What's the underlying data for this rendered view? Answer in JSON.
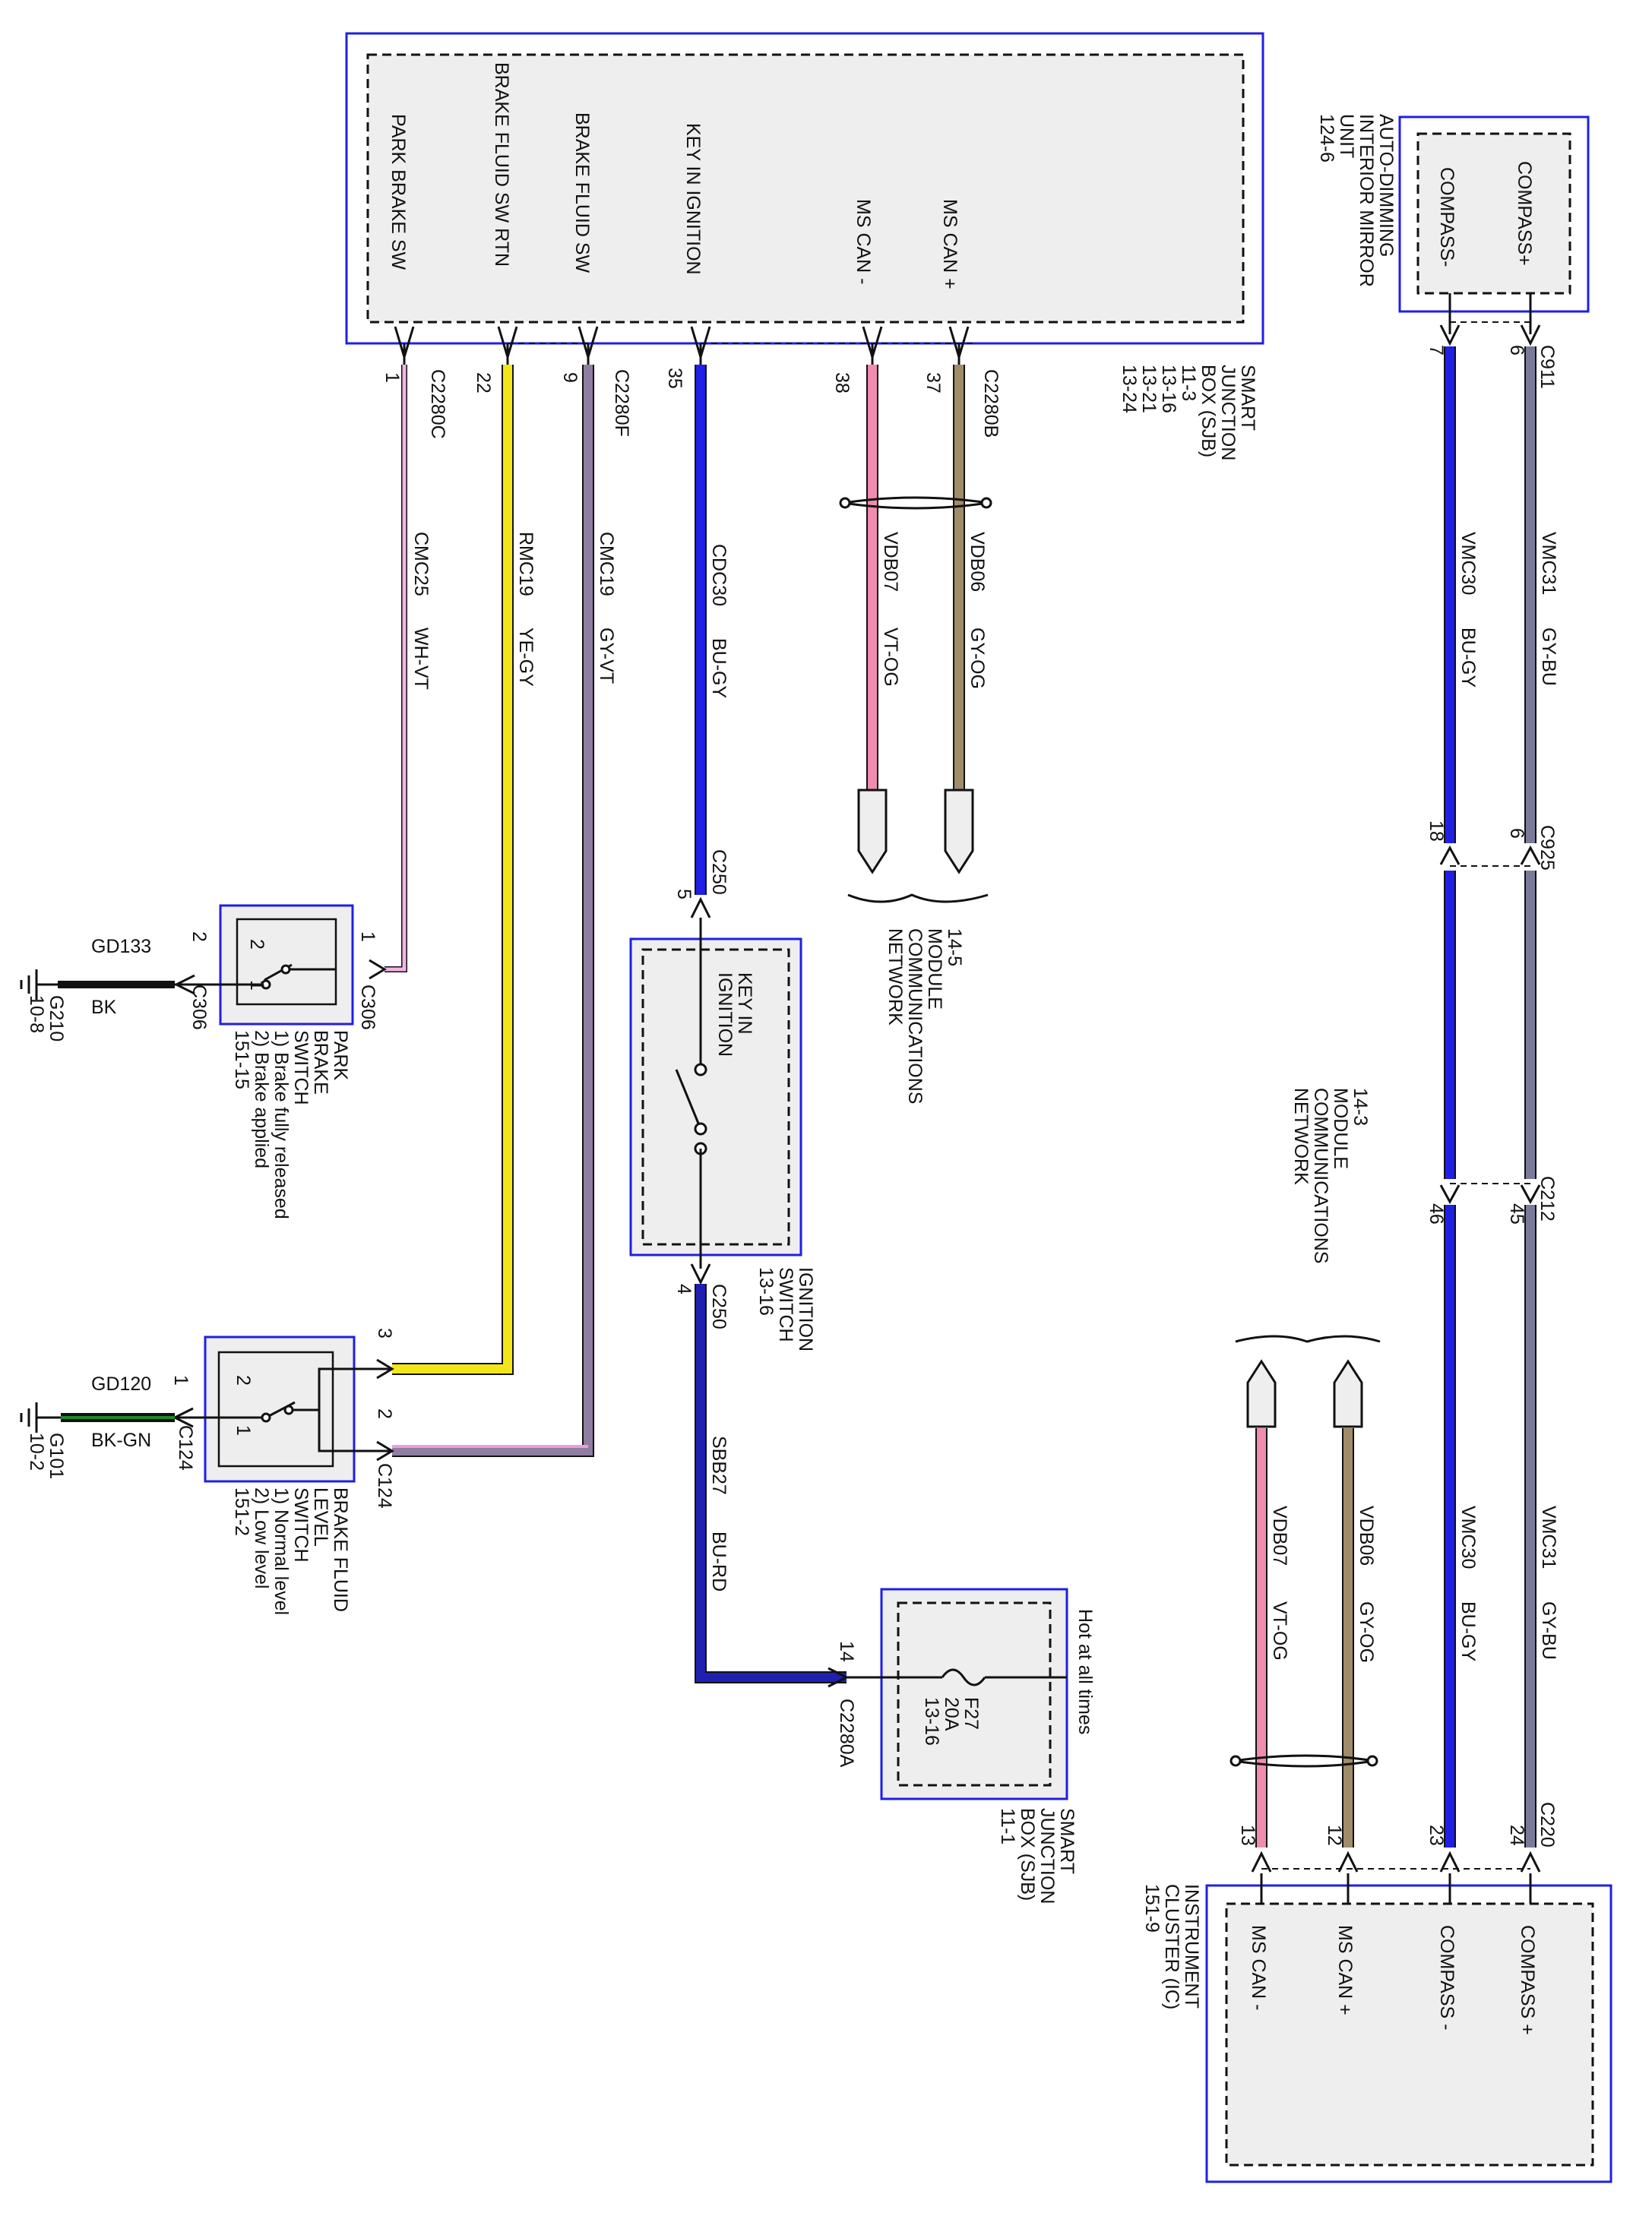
{
  "sjb_top": {
    "pins": {
      "p1": "PARK BRAKE SW",
      "p22": "BRAKE FLUID SW RTN",
      "p9": "BRAKE FLUID SW",
      "p35": "KEY IN IGNITION",
      "p38": "MS CAN -",
      "p37": "MS CAN +"
    },
    "title": [
      "SMART",
      "JUNCTION",
      "BOX (SJB)",
      "11-3",
      "13-16",
      "13-21",
      "13-24"
    ]
  },
  "connectors": {
    "c2280c": "C2280C",
    "c2280f": "C2280F",
    "c2280b": "C2280B",
    "c2280a": "C2280A",
    "c250": "C250",
    "c306": "C306",
    "c124": "C124",
    "c911": "C911",
    "c925": "C925",
    "c212": "C212",
    "c220": "C220"
  },
  "pin_numbers": {
    "n1": "1",
    "n22": "22",
    "n9": "9",
    "n35": "35",
    "n38": "38",
    "n37": "37",
    "n5": "5",
    "n4": "4",
    "n14": "14",
    "n2": "2",
    "n3": "3",
    "n7": "7",
    "n6": "6",
    "n18": "18",
    "n46": "46",
    "n45": "45",
    "n23": "23",
    "n24": "24",
    "n13": "13",
    "n12": "12"
  },
  "wires": {
    "cmc25": "CMC25",
    "wh_vt": "WH-VT",
    "rmc19": "RMC19",
    "ye_gy": "YE-GY",
    "cmc19": "CMC19",
    "gy_vt": "GY-VT",
    "cdc30": "CDC30",
    "bu_gy": "BU-GY",
    "vdb07": "VDB07",
    "vt_og": "VT-OG",
    "vdb06": "VDB06",
    "gy_og": "GY-OG",
    "vmc30": "VMC30",
    "vmc31": "VMC31",
    "gy_bu": "GY-BU",
    "sbb27": "SBB27",
    "bu_rd": "BU-RD",
    "gd133": "GD133",
    "bk": "BK",
    "gd120": "GD120",
    "bk_gn": "BK-GN"
  },
  "mirror": {
    "pin_plus": "COMPASS+",
    "pin_minus": "COMPASS-",
    "title": [
      "AUTO-DIMMING",
      "INTERIOR MIRROR",
      "UNIT",
      "124-6"
    ]
  },
  "network_14_5": [
    "14-5",
    "MODULE",
    "COMMUNICATIONS",
    "NETWORK"
  ],
  "network_14_3": [
    "14-3",
    "MODULE",
    "COMMUNICATIONS",
    "NETWORK"
  ],
  "key_in_ignition": {
    "inner": [
      "KEY IN",
      "IGNITION"
    ],
    "title": [
      "IGNITION",
      "SWITCH",
      "13-16"
    ]
  },
  "park_brake_switch": [
    "PARK",
    "BRAKE",
    "SWITCH",
    "1) Brake fully released",
    "2) Brake applied",
    "151-15"
  ],
  "brake_fluid_switch": [
    "BRAKE FLUID",
    "LEVEL",
    "SWITCH",
    "1) Normal level",
    "2) Low level",
    "151-2"
  ],
  "grounds": {
    "g210": [
      "G210",
      "10-8"
    ],
    "g101": [
      "G101",
      "10-2"
    ]
  },
  "sjb_fuse": {
    "hot": "Hot at all times",
    "fuse": [
      "F27",
      "20A",
      "13-16"
    ],
    "title": [
      "SMART",
      "JUNCTION",
      "BOX (SJB)",
      "11-1"
    ]
  },
  "cluster": {
    "pins": {
      "p13": "MS CAN -",
      "p12": "MS CAN +",
      "p23": "COMPASS -",
      "p24": "COMPASS +"
    },
    "title": [
      "INSTRUMENT",
      "CLUSTER (IC)",
      "151-9"
    ]
  },
  "switch_positions": {
    "s1": "1",
    "s2": "2"
  },
  "colors": {
    "box_border": "#1f1fe6",
    "white_violet": "#f0b4e4",
    "yellow": "#f2e619",
    "grey_violet": "#8f7ea0",
    "blue": "#1f1fe6",
    "pink": "#f08cb0",
    "grey_orange": "#a08c6a",
    "grey_blue": "#7a7a9a",
    "blue_red": "#2020b0"
  }
}
